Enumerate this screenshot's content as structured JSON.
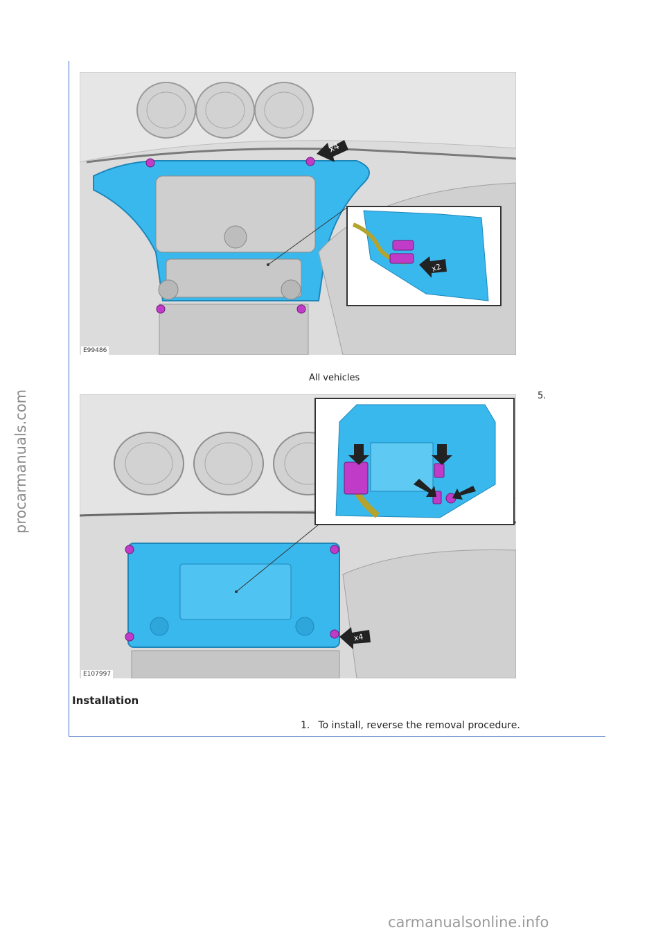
{
  "watermarks": {
    "side": "procarmanuals.com",
    "footer": "carmanualsonline.info"
  },
  "figure1": {
    "code": "E99486",
    "callout_badge_top": "x4",
    "callout_badge_inset": "x2"
  },
  "figure1_caption": "All vehicles",
  "step_number": "5.",
  "figure2": {
    "code": "E107997",
    "callout_badge": "x4"
  },
  "installation": {
    "heading": "Installation",
    "steps": [
      {
        "number": "1.",
        "text": "To install, reverse the removal procedure."
      }
    ]
  },
  "colors": {
    "highlight_part": "#39b8ee",
    "fastener": "#c03cc8",
    "frame_line": "#3a6cc0"
  },
  "icons": [
    "arrow-callout-icon",
    "screw-icon",
    "connector-icon"
  ]
}
